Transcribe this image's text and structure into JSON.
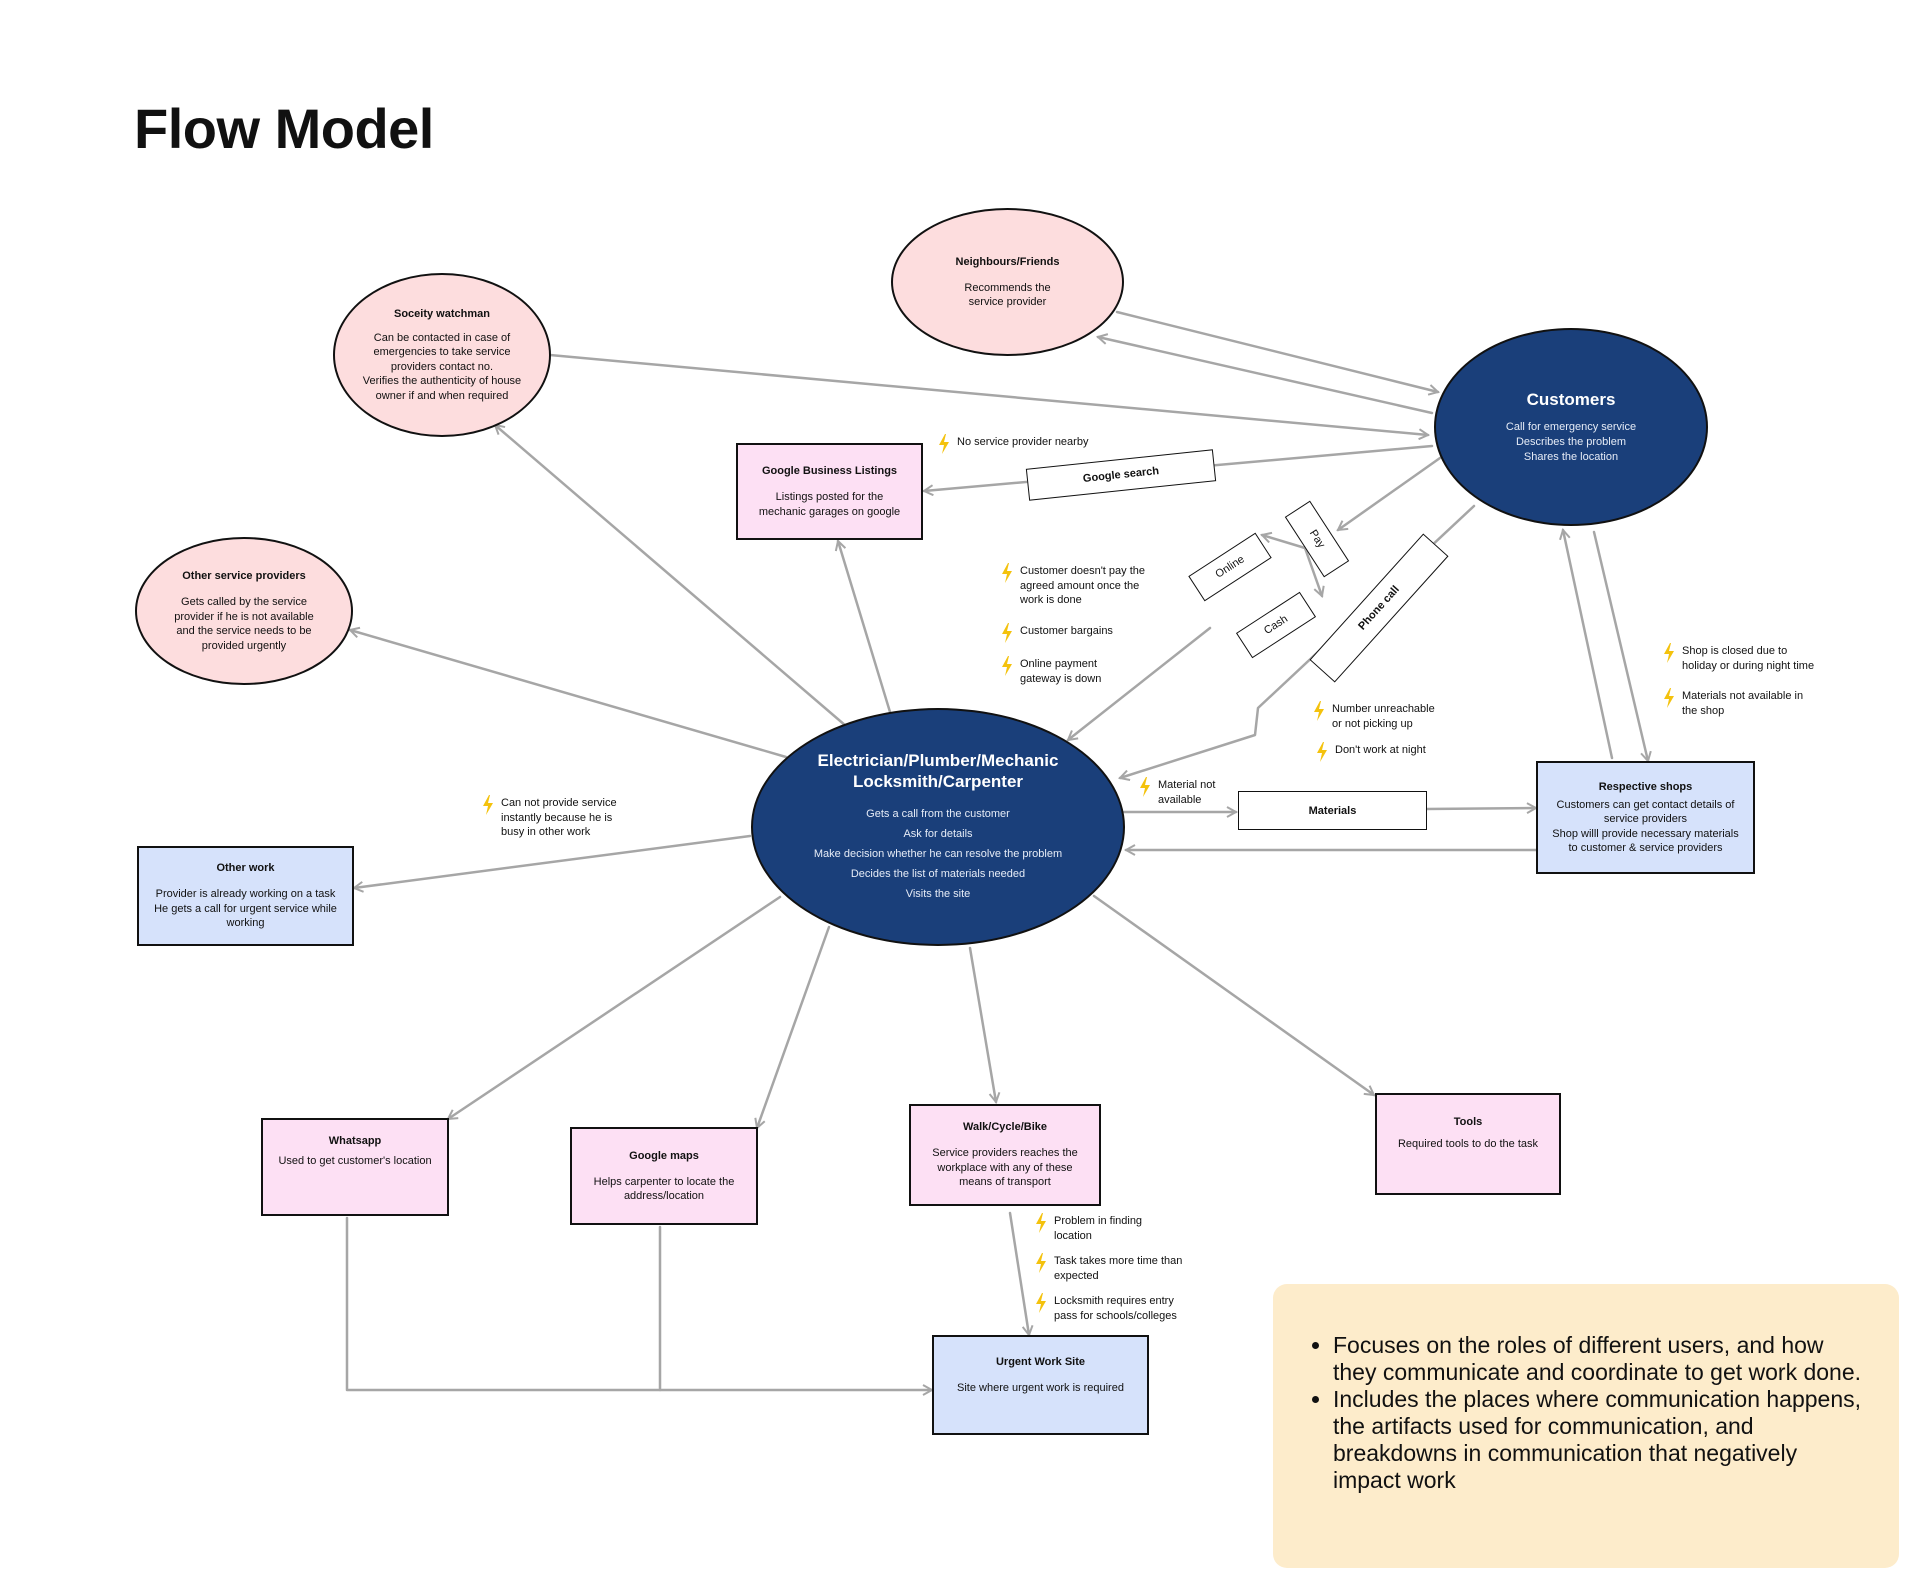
{
  "title": "Flow Model",
  "nodes": {
    "neighbours": {
      "title": "Neighbours/Friends",
      "desc": "Recommends the\nservice provider"
    },
    "watchman": {
      "title": "Soceity watchman",
      "desc": "Can be contacted in case of\nemergencies to take service\nproviders contact no.\nVerifies the authenticity of house\nowner if and when required"
    },
    "customers": {
      "title": "Customers",
      "desc": "Call for emergency service\nDescribes the problem\nShares the location"
    },
    "google_listings": {
      "title": "Google Business Listings",
      "desc": "Listings posted for the\nmechanic garages on google"
    },
    "other_providers": {
      "title": "Other service providers",
      "desc": "Gets called by the service\nprovider if he is not available\nand the service needs to be\nprovided urgently"
    },
    "electrician": {
      "title": "Electrician/Plumber/Mechanic\nLocksmith/Carpenter",
      "desc": "Gets a call from the customer\nAsk for details\nMake decision whether he can resolve the problem\nDecides the list of materials needed\nVisits the site"
    },
    "shops": {
      "title": "Respective shops",
      "desc": "Customers can get contact details of\nservice providers\nShop willl provide necessary materials\nto customer & service providers"
    },
    "other_work": {
      "title": "Other work",
      "desc": "Provider is already working on a task\nHe gets a call for urgent service while\nworking"
    },
    "whatsapp": {
      "title": "Whatsapp",
      "desc": "Used to get customer's location"
    },
    "maps": {
      "title": "Google maps",
      "desc": "Helps carpenter to locate the\naddress/location"
    },
    "transport": {
      "title": "Walk/Cycle/Bike",
      "desc": "Service providers reaches the\nworkplace with any of these\nmeans of transport"
    },
    "tools": {
      "title": "Tools",
      "desc": "Required tools to do the task"
    },
    "site": {
      "title": "Urgent Work Site",
      "desc": "Site where urgent work is required"
    }
  },
  "flow_labels": {
    "google_search": "Google search",
    "online": "Online",
    "cash": "Cash",
    "pay": "Pay",
    "phone_call": "Phone call",
    "materials": "Materials"
  },
  "breakdowns": {
    "no_provider": "No service provider nearby",
    "no_pay": "Customer doesn't pay the\nagreed amount once the\nwork is done",
    "bargains": "Customer bargains",
    "gateway": "Online payment\ngateway is down",
    "unreachable": "Number unreachable\nor not picking up",
    "no_night": "Don't work at night",
    "material_na": "Material not\navailable",
    "busy": "Can not provide service\ninstantly because he is\nbusy in other work",
    "shop_closed": "Shop is closed due to\nholiday or during night time",
    "materials_shop": "Materials not available in\nthe shop",
    "finding": "Problem in finding\nlocation",
    "more_time": "Task takes more time than\nexpected",
    "entry_pass": "Locksmith requires entry\npass for schools/colleges"
  },
  "summary": [
    "Focuses on the roles of different users, and how they communicate and coordinate to get work done.",
    "Includes the places where communication happens, the artifacts used for communication, and breakdowns in communication that negatively impact work"
  ],
  "colors": {
    "navy": "#1a3f7a",
    "pink_ellipse": "#fdddde",
    "pink_box": "#fde0f4",
    "blue_box": "#d6e2fb",
    "summary_bg": "#fdeccb",
    "bolt": "#f4c20d",
    "arrow": "#a6a6a6"
  }
}
